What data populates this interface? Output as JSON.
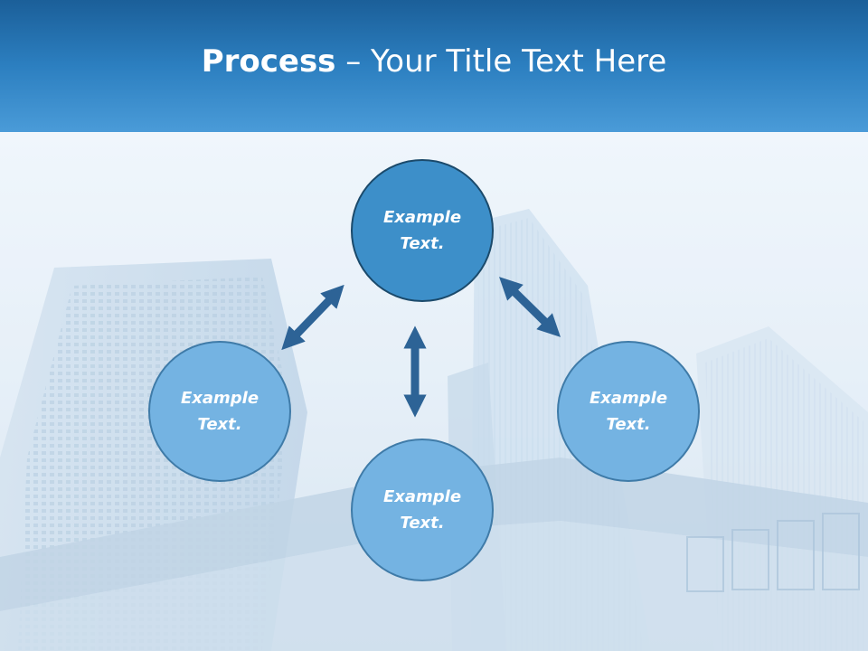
{
  "slide": {
    "title_bold": "Process",
    "title_rest": " – Your Title Text Here"
  },
  "diagram": {
    "nodes": [
      {
        "id": "top",
        "text": "Example Text."
      },
      {
        "id": "left",
        "text": "Example Text."
      },
      {
        "id": "right",
        "text": "Example Text."
      },
      {
        "id": "bottom",
        "text": "Example Text."
      }
    ],
    "connections": [
      {
        "from": "left",
        "to": "top",
        "type": "bidirectional"
      },
      {
        "from": "top",
        "to": "right",
        "type": "bidirectional"
      },
      {
        "from": "top",
        "to": "bottom",
        "type": "bidirectional"
      }
    ]
  },
  "colors": {
    "title_bar": "#2c7fc0",
    "center_node": "#3d8fc9",
    "outer_node": "#74b3e2",
    "arrow": "#2d6396",
    "text": "#ffffff"
  },
  "background": {
    "icon": "skyscrapers-photo"
  }
}
